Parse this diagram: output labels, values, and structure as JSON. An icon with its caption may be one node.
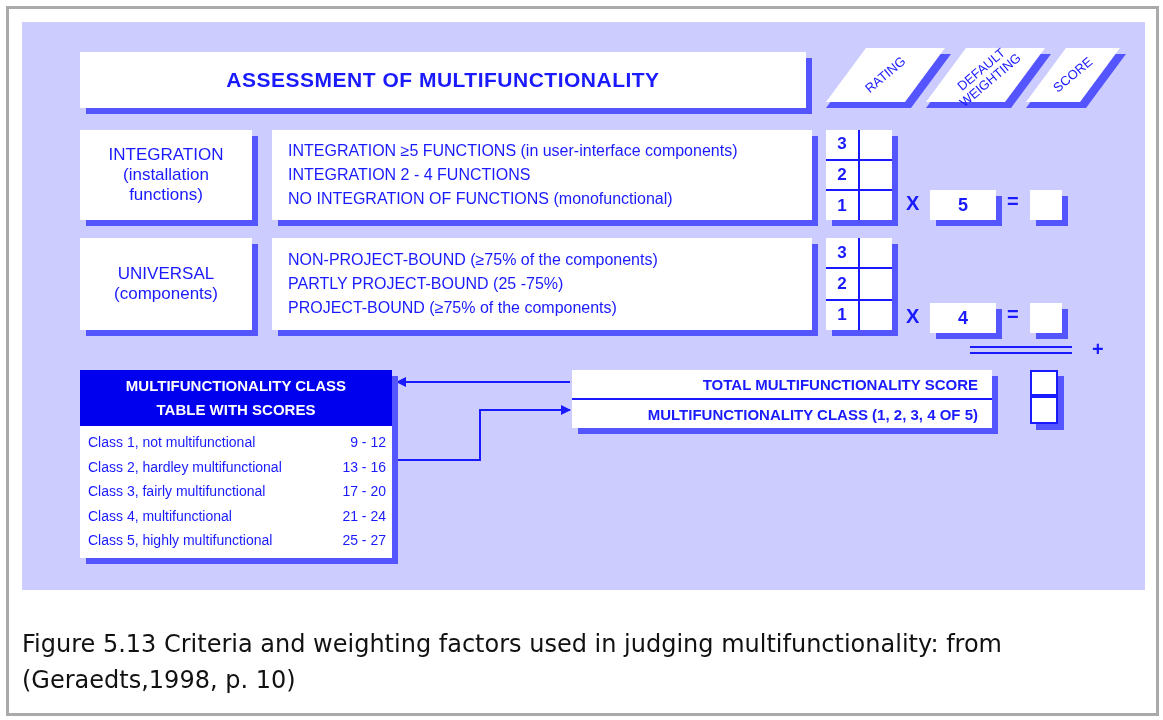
{
  "diagram": {
    "caption": "Figure 5.13 Criteria and weighting factors used in judging multifunctionality: from (Geraedts,1998, p. 10)",
    "nodes": [
      {
        "text": [
          "ASSESSMENT OF MULTIFUNCTIONALITY"
        ]
      },
      {
        "text": [
          "RATING"
        ]
      },
      {
        "text": [
          "DEFAULT WEIGHTING"
        ]
      },
      {
        "text": [
          "SCORE"
        ]
      },
      {
        "text": [
          "INTEGRATION (installation functions)"
        ]
      },
      {
        "text": [
          "INTEGRATION ≥5 FUNCTIONS (in user-interface components)",
          "INTEGRATION 2 - 4 FUNCTIONS",
          "NO INTEGRATION OF FUNCTIONS (monofunctional)"
        ]
      },
      {
        "text": [
          "3",
          "2",
          "1"
        ]
      },
      {
        "text": [
          "5"
        ]
      },
      {
        "text": [],
        "shape": "box"
      },
      {
        "text": [
          "UNIVERSAL (components)"
        ]
      },
      {
        "text": [
          "NON-PROJECT-BOUND (≥75% of the components)",
          "PARTLY PROJECT-BOUND (25 -75%)",
          "PROJECT-BOUND (≥75% of the components)"
        ]
      },
      {
        "text": [
          "3",
          "2",
          "1"
        ]
      },
      {
        "text": [
          "4"
        ]
      },
      {
        "text": [],
        "shape": "box"
      },
      {
        "text": [
          "MULTIFUNCTIONALITY CLASS TABLE WITH SCORES",
          "Class 1, not multifunctional",
          "9 - 12",
          "Class 2, hardley multifunctional",
          "13 - 16",
          "Class 3, fairly multifunctional",
          "17 - 20",
          "Class 4, multifunctional",
          "21 - 24",
          "Class 5, highly multifunctional",
          "25 - 27"
        ]
      },
      {
        "text": [
          "TOTAL MULTIFUNCTIONALITY SCORE"
        ]
      },
      {
        "text": [
          "MULTIFUNCTIONALITY CLASS (1, 2, 3, 4 OF 5)"
        ]
      },
      {
        "text": [],
        "shape": "box"
      },
      {
        "text": [],
        "shape": "box"
      }
    ],
    "edges": [
      {
        "from": 15,
        "to": 14,
        "arrow": "to"
      },
      {
        "from": 14,
        "to": 16,
        "arrow": "to"
      }
    ],
    "labels": [
      "X",
      "=",
      "X",
      "=",
      "+"
    ]
  }
}
